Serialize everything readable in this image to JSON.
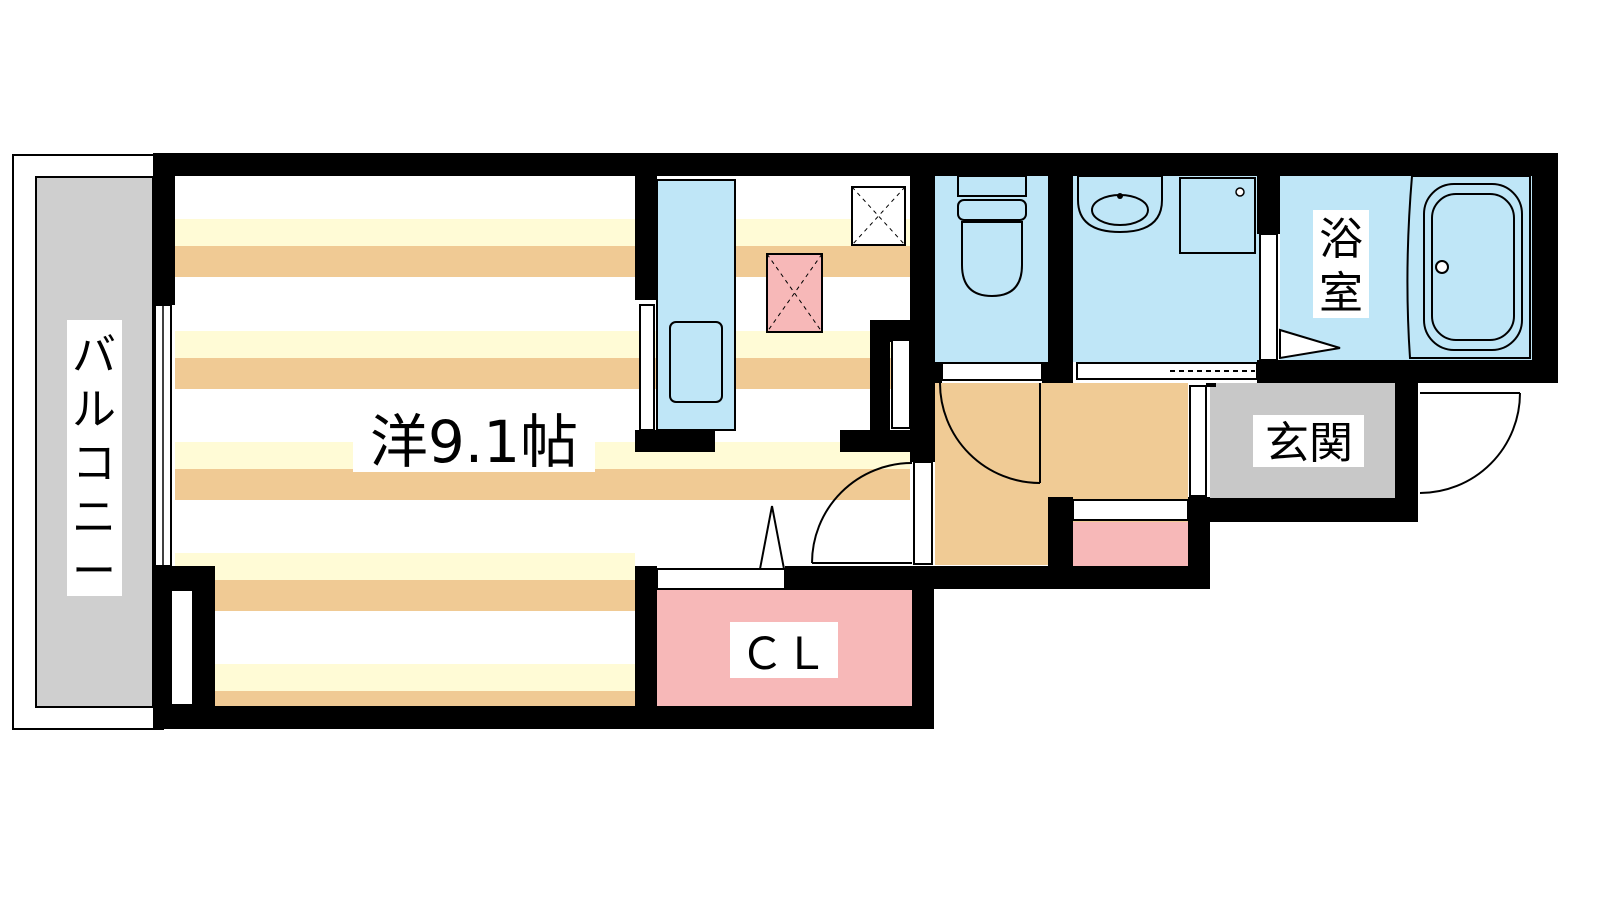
{
  "rooms": {
    "western": {
      "label": "洋9.1帖"
    },
    "closet": {
      "label": "ＣＬ"
    },
    "bath": {
      "label_top": "浴",
      "label_bottom": "室"
    },
    "entrance": {
      "label": "玄関"
    },
    "balcony": {
      "chars": [
        "バ",
        "ル",
        "コ",
        "ニ",
        "ー"
      ]
    }
  },
  "colors": {
    "wall": "#000000",
    "floor_stripe_cream": "#fffbd6",
    "floor_stripe_tan": "#f0ca94",
    "wet_area_blue": "#bfe6f7",
    "storage_pink": "#f7b8b8",
    "corridor_tan": "#f0cb95",
    "entrance_gray": "#c8c8c8",
    "balcony_gray": "#cfcfcf"
  }
}
